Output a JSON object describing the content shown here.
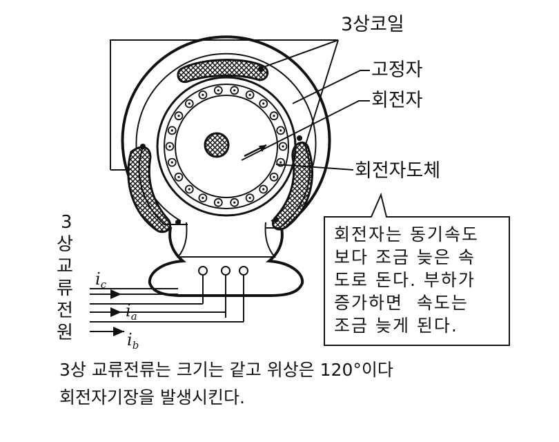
{
  "labels": {
    "coil": "3상코일",
    "stator": "고정자",
    "rotor": "회전자",
    "rotor_conductor": "회전자도체"
  },
  "power_source": {
    "label_chars": [
      "3",
      "상",
      "교",
      "류",
      "전",
      "원"
    ],
    "currents": [
      {
        "symbol": "i",
        "subscript": "c"
      },
      {
        "symbol": "i",
        "subscript": "a"
      },
      {
        "symbol": "i",
        "subscript": "b"
      }
    ]
  },
  "note": {
    "lines": [
      "회전자는 동기속도",
      "보다 조금 늦은 속",
      "도로 돈다. 부하가",
      "증가하면  속도는",
      "조금 늦게 된다."
    ]
  },
  "caption": {
    "line1": "3상 교류전류는 크기는 같고 위상은 120°이다",
    "line2": "회전자기장을 발생시킨다."
  }
}
